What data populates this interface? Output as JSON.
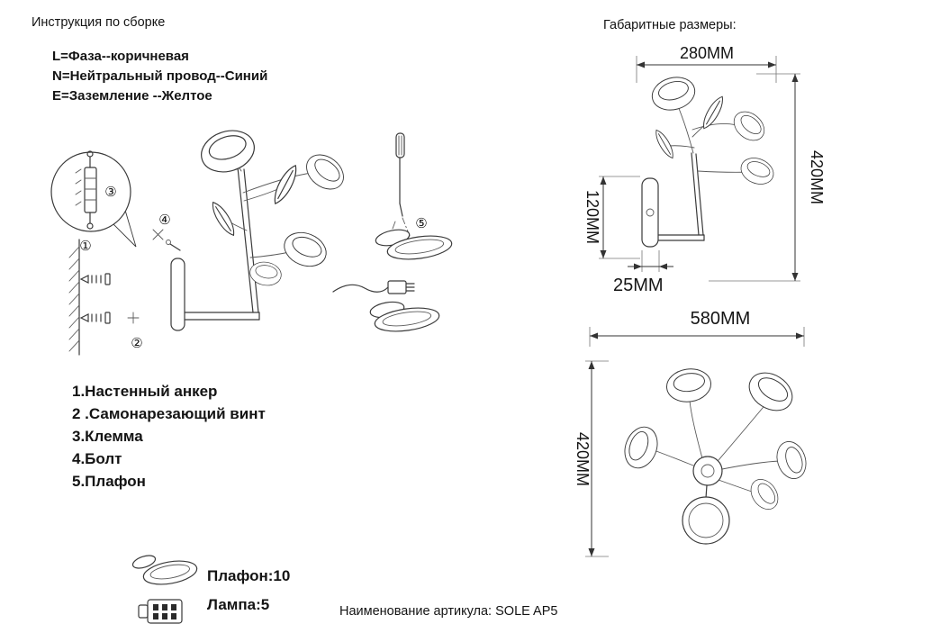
{
  "page": {
    "title": "Инструкция по сборке",
    "dimensions_title": "Габаритные размеры:",
    "article": "Наименование артикула: SOLE AP5"
  },
  "wiring": {
    "line_l": "L=Фаза--коричневая",
    "line_n": "N=Нейтральный провод--Синий",
    "line_e": "E=Заземление --Желтое"
  },
  "callouts": [
    "①",
    "②",
    "③",
    "④",
    "⑤"
  ],
  "parts": [
    "1.Настенный анкер",
    "2 .Самонарезающий винт",
    "3.Клемма",
    "4.Болт",
    "5.Плафон"
  ],
  "counts": {
    "plafond": "Плафон:10",
    "lamp": "Лампа:5"
  },
  "dims": {
    "front": {
      "width": "280MM",
      "height": "420MM",
      "plate": "120MM",
      "depth": "25MM"
    },
    "top": {
      "width": "580MM",
      "height": "420MM"
    }
  }
}
